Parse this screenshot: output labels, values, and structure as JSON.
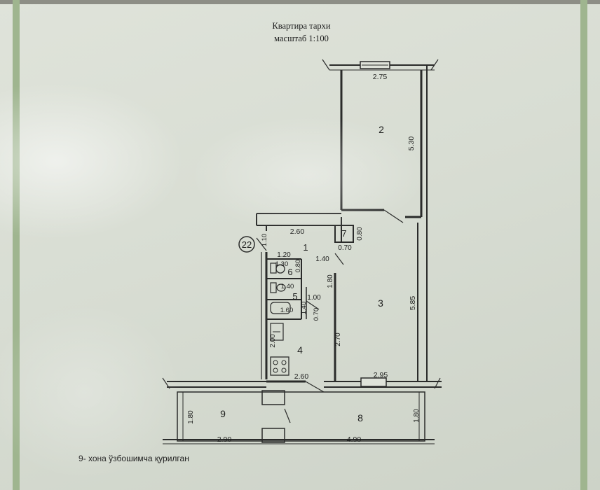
{
  "document": {
    "title": "Квартира тархи",
    "scale": "масштаб 1:100",
    "footnote": "9- хона ўзбошимча қурилган",
    "apartment_number": "22"
  },
  "rooms": {
    "r1": "1",
    "r2": "2",
    "r3": "3",
    "r4": "4",
    "r5": "5",
    "r6": "6",
    "r7": "7",
    "r8": "8",
    "r9": "9"
  },
  "dimensions": {
    "d_2_75": "2.75",
    "d_5_30": "5.30",
    "d_2_60_top": "2.60",
    "d_0_80": "0.80",
    "d_0_70_top": "0.70",
    "d_1_10": "1.10",
    "d_1_20": "1.20",
    "d_1_30": "1.30",
    "d_0_80_b": "0.80",
    "d_1_40_hall": "1.40",
    "d_1_80": "1.80",
    "d_1_40_b": "1.40",
    "d_1_00": "1.00",
    "d_1_40_c": "1.40",
    "d_1_60": "1.60",
    "d_0_70_b": "0.70",
    "d_5_85": "5.85",
    "d_2_00": "2.00",
    "d_2_70": "2.70",
    "d_2_60_bottom": "2.60",
    "d_2_95": "2.95",
    "d_1_80_left": "1.80",
    "d_1_80_right": "1.80",
    "d_2_90": "2.90",
    "d_4_90": "4.90"
  }
}
